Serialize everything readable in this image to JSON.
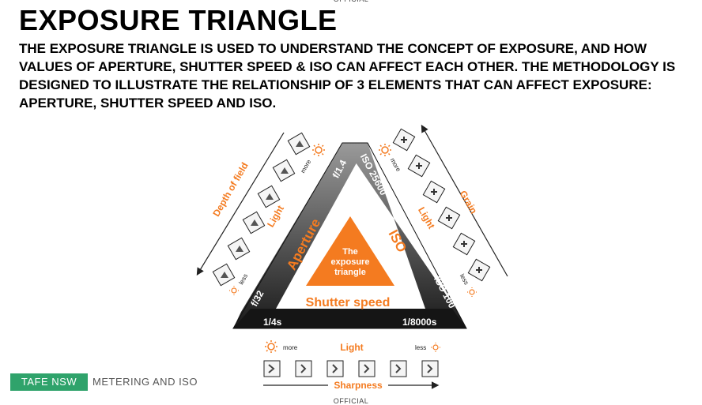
{
  "header": {
    "classification": "OFFICIAL",
    "title": "EXPOSURE TRIANGLE",
    "description": "THE EXPOSURE TRIANGLE IS USED TO UNDERSTAND THE CONCEPT OF EXPOSURE, AND HOW VALUES OF APERTURE, SHUTTER SPEED & ISO CAN AFFECT EACH OTHER. THE METHODOLOGY IS DESIGNED TO ILLUSTRATE THE RELATIONSHIP OF 3 ELEMENTS THAT CAN AFFECT EXPOSURE: APERTURE, SHUTTER SPEED AND ISO."
  },
  "diagram": {
    "center_line1": "The",
    "center_line2": "exposure",
    "center_line3": "triangle",
    "aperture_label": "Aperture",
    "iso_label": "ISO",
    "shutter_label": "Shutter speed",
    "aperture_top": "f/1.4",
    "aperture_bottom": "f/32",
    "iso_top": "ISO 25600",
    "iso_bottom": "ISO 100",
    "shutter_left": "1/4s",
    "shutter_right": "1/8000s",
    "left_axis_label": "Depth of field",
    "right_axis_label": "Grain",
    "bottom_axis_label": "Sharpness",
    "light_label": "Light",
    "more_label": "more",
    "less_label": "less"
  },
  "colors": {
    "accent": "#f47b20",
    "band_dark": "#1a1a1a",
    "band_light": "#8a8a8a"
  },
  "footer": {
    "tag": "TAFE NSW",
    "section": "METERING AND ISO"
  }
}
